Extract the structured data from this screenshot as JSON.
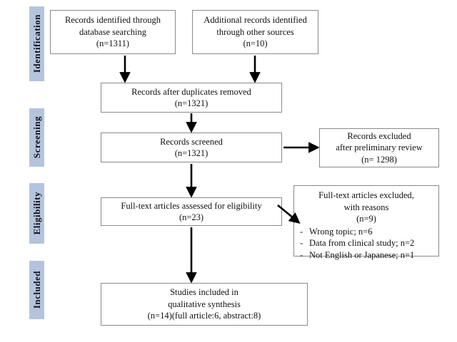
{
  "diagram": {
    "title": "PRISMA flow diagram",
    "accent_color": "#b4c4dd",
    "box_border_color": "#8a8a8a",
    "arrow_color": "#000000",
    "background_color": "#ffffff"
  },
  "stages": [
    {
      "id": "identification",
      "label": "Identification"
    },
    {
      "id": "screening",
      "label": "Screening"
    },
    {
      "id": "eligibility",
      "label": "Eligibility"
    },
    {
      "id": "included",
      "label": "Included"
    }
  ],
  "boxes": {
    "records_database": {
      "lines": [
        "Records  identified through",
        "database  searching",
        "(n=1311)"
      ]
    },
    "records_other_sources": {
      "lines": [
        "Additional  records  identified",
        "through other sources",
        "(n=10)"
      ]
    },
    "duplicates_removed": {
      "lines": [
        "Records  after duplicates  removed",
        "(n=1321)"
      ]
    },
    "records_screened": {
      "lines": [
        "Records  screened",
        "(n=1321)"
      ]
    },
    "records_excluded": {
      "lines": [
        "Records excluded",
        "after preliminary  review",
        "(n= 1298)"
      ]
    },
    "fulltext_assessed": {
      "lines": [
        "Full-text articles assessed  for eligibility",
        "(n=23)"
      ]
    },
    "fulltext_excluded": {
      "header_lines": [
        "Full-text articles excluded,",
        "with reasons",
        "(n=9)"
      ],
      "bullet_marker": "-",
      "reasons": [
        "Wrong topic; n=6",
        "Data from clinical study; n=2",
        "Not English or Japanese;  n=1"
      ]
    },
    "studies_included": {
      "lines": [
        "Studies included in",
        "qualitative synthesis",
        "(n=14)(full article:6, abstract:8)"
      ]
    }
  }
}
